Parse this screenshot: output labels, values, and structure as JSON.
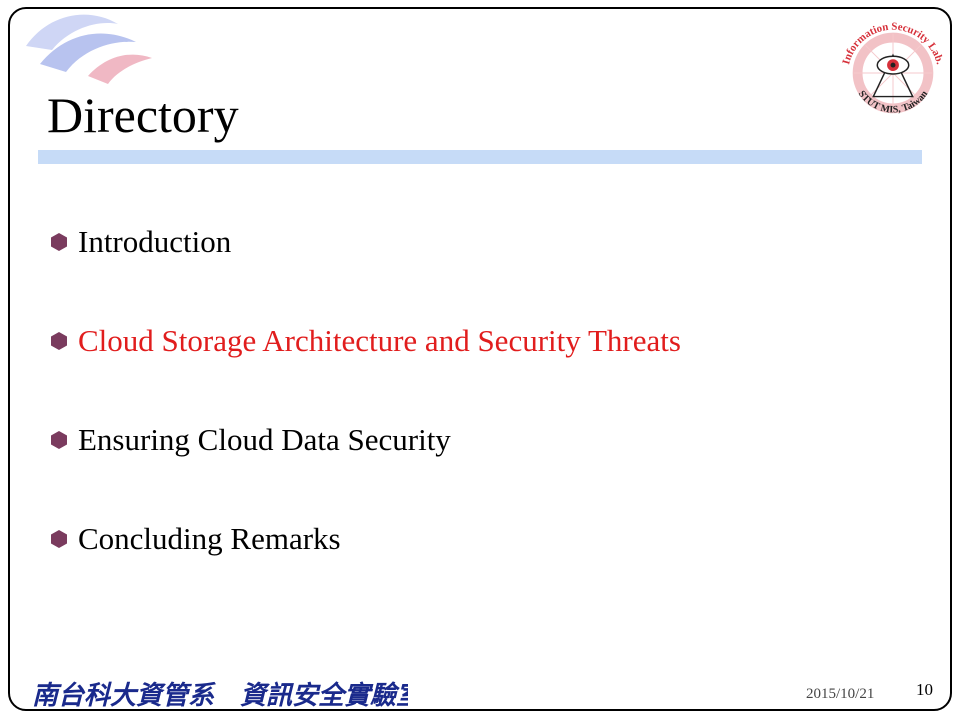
{
  "slide": {
    "title": "Directory",
    "items": [
      {
        "label": "Introduction",
        "active": false
      },
      {
        "label": "Cloud Storage Architecture and Security Threats",
        "active": true
      },
      {
        "label": "Ensuring Cloud Data Security",
        "active": false
      },
      {
        "label": "Concluding Remarks",
        "active": false
      }
    ]
  },
  "logo": {
    "top_text": "Information Security Lab.",
    "bottom_text": "STUT MIS, Taiwan"
  },
  "footer": {
    "org_text": "南台科大資管系　資訊安全實驗室",
    "date": "2015/10/21",
    "page_number": "10"
  },
  "colors": {
    "accent_red": "#e11d1d",
    "title_bar": "#c6dbf7",
    "bullet_fill": "#7a3b5e",
    "logo_red": "#d6303a",
    "footer_blue": "#1a2a8c"
  },
  "icons": {
    "bullet": "hexagon-bullet-icon",
    "corner": "swoosh-icon",
    "logo": "lab-seal-logo"
  }
}
